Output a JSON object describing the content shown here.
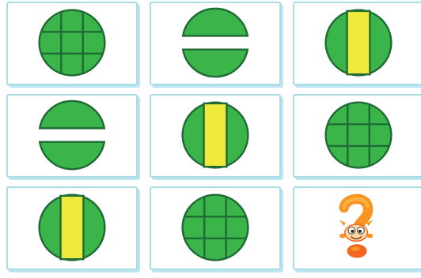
{
  "puzzle": {
    "cards": [
      {
        "figure": "circle-grid-3x3"
      },
      {
        "figure": "circle-split-horizontal-stripe"
      },
      {
        "figure": "circle-vertical-stripe"
      },
      {
        "figure": "circle-split-horizontal-stripe"
      },
      {
        "figure": "circle-vertical-stripe"
      },
      {
        "figure": "circle-grid-3x3"
      },
      {
        "figure": "circle-vertical-stripe"
      },
      {
        "figure": "circle-grid-3x3"
      },
      {
        "figure": "question-mark-mascot-icon"
      }
    ]
  },
  "colors": {
    "card_border": "#a9dbe8",
    "circle_fill": "#3bb54a",
    "circle_stroke": "#1f6b34",
    "stripe_fill": "#f0ea3c",
    "mascot_orange": "#f7931e"
  }
}
